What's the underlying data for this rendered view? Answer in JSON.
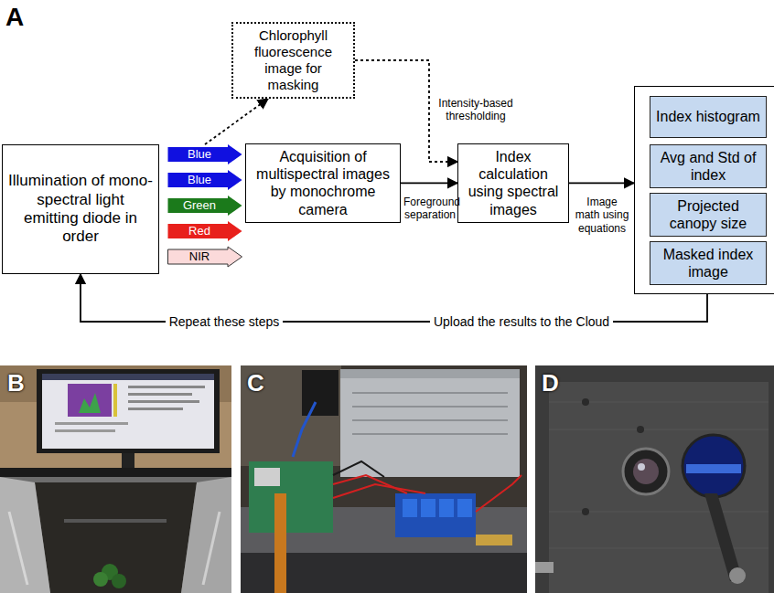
{
  "diagram": {
    "nodes": [
      {
        "text": [
          "Illumination of mono-spectral light emitting diode in order"
        ]
      },
      {
        "text": [
          "Chlorophyll fluorescence image for masking"
        ]
      },
      {
        "text": [
          "Blue"
        ]
      },
      {
        "text": [
          "Blue"
        ]
      },
      {
        "text": [
          "Green"
        ]
      },
      {
        "text": [
          "Red"
        ]
      },
      {
        "text": [
          "NIR"
        ]
      },
      {
        "text": [
          "Acquisition of multispectral images by monochrome camera"
        ]
      },
      {
        "text": [
          "Index calculation using spectral images"
        ]
      },
      {
        "text": []
      },
      {
        "text": [
          "Index histogram"
        ],
        "in": 9
      },
      {
        "text": [
          "Avg and Std of index"
        ],
        "in": 9
      },
      {
        "text": [
          "Projected canopy size"
        ],
        "in": 9
      },
      {
        "text": [
          "Masked index image"
        ],
        "in": 9
      }
    ],
    "edges": [
      {
        "from": 2,
        "to": 1,
        "arrow": "to"
      },
      {
        "from": 1,
        "to": 8,
        "label": "Intensity-based thresholding",
        "arrow": "to"
      },
      {
        "from": 7,
        "to": 8,
        "label": "Foreground separation",
        "arrow": "to"
      },
      {
        "from": 8,
        "to": 9,
        "label": "Image math using equations",
        "arrow": "to"
      },
      {
        "from": 9,
        "to": 0,
        "label": "Repeat these steps",
        "arrow": "to"
      }
    ],
    "labels": [
      "A",
      "Upload the results to the Cloud",
      "B",
      "C",
      "D"
    ]
  }
}
